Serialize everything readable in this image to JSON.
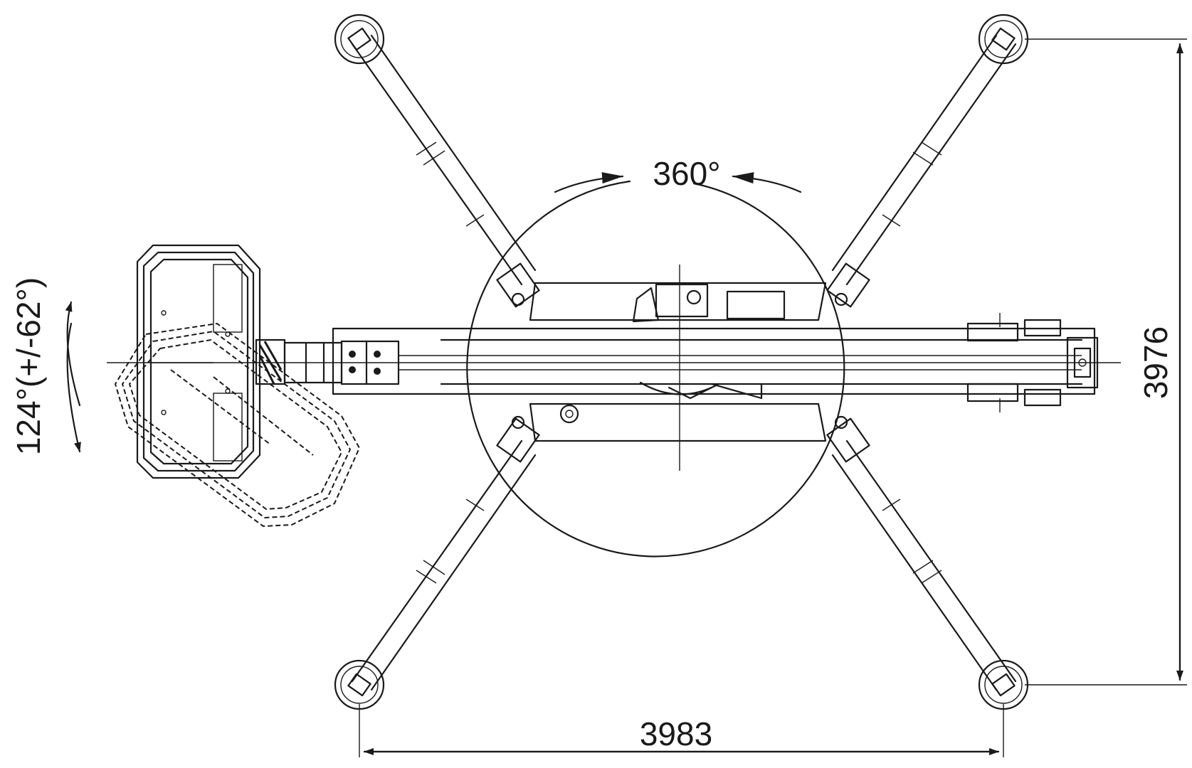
{
  "labels": {
    "rotation_turret": "360°",
    "rotation_basket": "124°(+/-62°)",
    "dim_width": "3983",
    "dim_height": "3976"
  },
  "colors": {
    "line": "#1a1a1a",
    "background": "#ffffff"
  }
}
